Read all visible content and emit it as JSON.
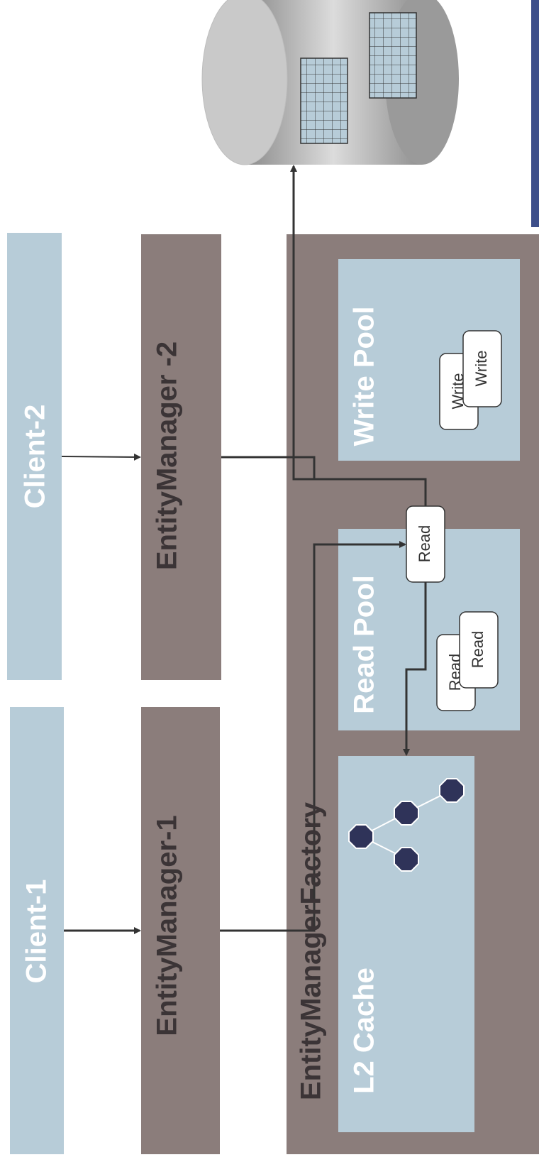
{
  "colors": {
    "client_fill": "#b7ccd8",
    "manager_fill": "#8b7d7b",
    "pool_fill": "#b7ccd8",
    "client_text": "#ffffff",
    "manager_text": "#3b3436",
    "pool_title_text": "#ffffff",
    "node_fill": "#2f3359",
    "arrow": "#333333",
    "db_side_bar": "#3d4f8a"
  },
  "clients": {
    "client1": "Client-1",
    "client2": "Client-2"
  },
  "managers": {
    "em1": "EntityManager-1",
    "em2": "EntityManager -2"
  },
  "factory": {
    "title": "EntityManagerFactory"
  },
  "pools": {
    "l2_cache": "L2 Cache",
    "read_pool": "Read Pool",
    "write_pool": "Write Pool"
  },
  "connections": {
    "read_active": "Read",
    "read_a": "Read",
    "read_b": "Read",
    "write_a": "Write",
    "write_b": "Write"
  },
  "database": {
    "icon": "database-cylinder-icon"
  }
}
